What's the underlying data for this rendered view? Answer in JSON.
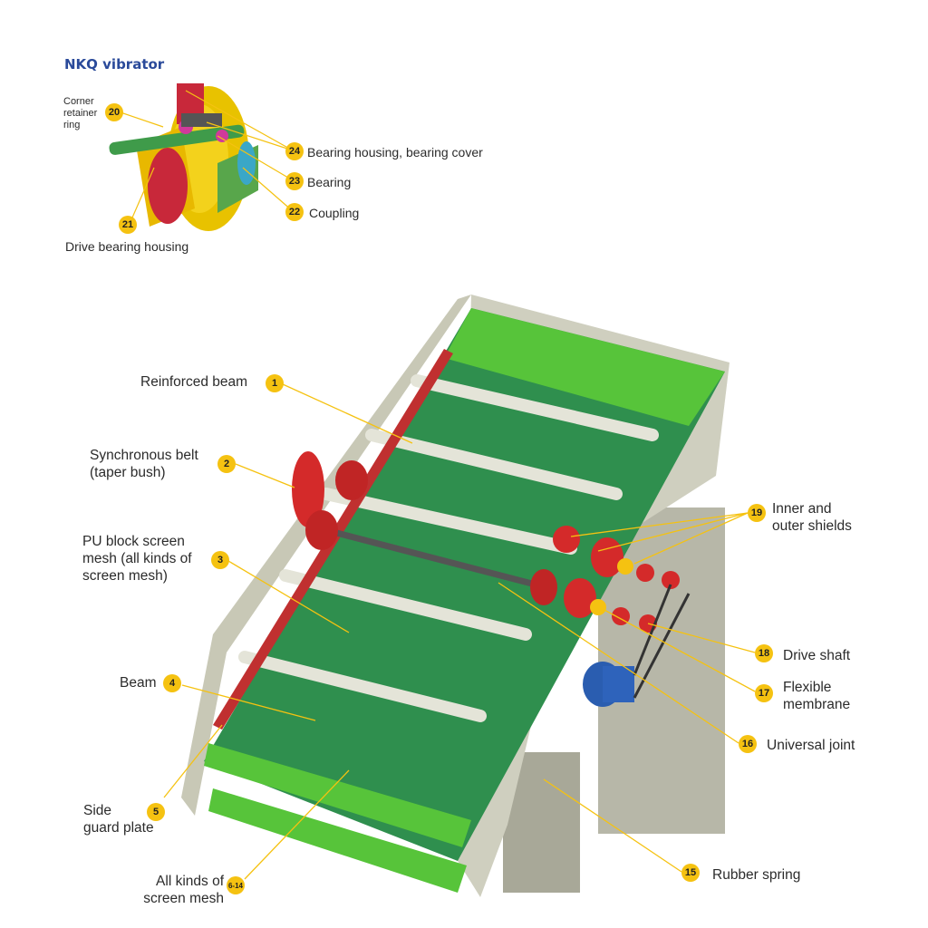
{
  "title": "NKQ vibrator",
  "colors": {
    "accent": "#f5c211",
    "title": "#2a4a9a",
    "mesh": "#2e8b57",
    "frame": "#c9c9b8",
    "red": "#d42a2a",
    "blue": "#2a5db0"
  },
  "inset_labels": {
    "corner_retainer": "Corner\nretainer\nring",
    "bearing_housing_cover": "Bearing housing, bearing cover",
    "bearing": "Bearing",
    "coupling": "Coupling",
    "drive_bearing_housing": "Drive bearing housing"
  },
  "inset_badges": {
    "b20": "20",
    "b21": "21",
    "b22": "22",
    "b23": "23",
    "b24": "24"
  },
  "labels": {
    "reinforced_beam": "Reinforced beam",
    "synchronous_belt": "Synchronous belt\n(taper bush)",
    "pu_block": "PU block screen\nmesh (all kinds of\nscreen mesh)",
    "beam": "Beam",
    "side_guard": "Side\nguard plate",
    "all_kinds": "All kinds of\nscreen mesh",
    "inner_outer": "Inner and\nouter shields",
    "drive_shaft": "Drive shaft",
    "flexible_membrane": "Flexible\nmembrane",
    "universal_joint": "Universal joint",
    "rubber_spring": "Rubber spring"
  },
  "badges": {
    "b1": "1",
    "b2": "2",
    "b3": "3",
    "b4": "4",
    "b5": "5",
    "b6_14": "6-14",
    "b15": "15",
    "b16": "16",
    "b17": "17",
    "b18": "18",
    "b19": "19"
  }
}
